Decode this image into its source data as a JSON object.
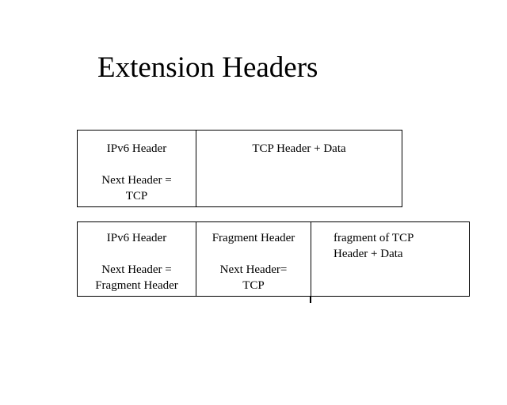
{
  "slide": {
    "title": "Extension Headers",
    "background_color": "#ffffff",
    "text_color": "#000000",
    "border_color": "#000000"
  },
  "diagram": {
    "unfragmented_packet": {
      "ipv6_cell": "IPv6 Header\n\nNext Header =\nTCP",
      "payload_cell": "TCP Header + Data"
    },
    "fragmented_packet": {
      "ipv6_cell": "IPv6 Header\n\nNext Header =\nFragment Header",
      "fragment_header_cell": "Fragment Header\n\nNext Header=\nTCP",
      "payload_cell": "fragment of TCP\nHeader + Data"
    }
  }
}
